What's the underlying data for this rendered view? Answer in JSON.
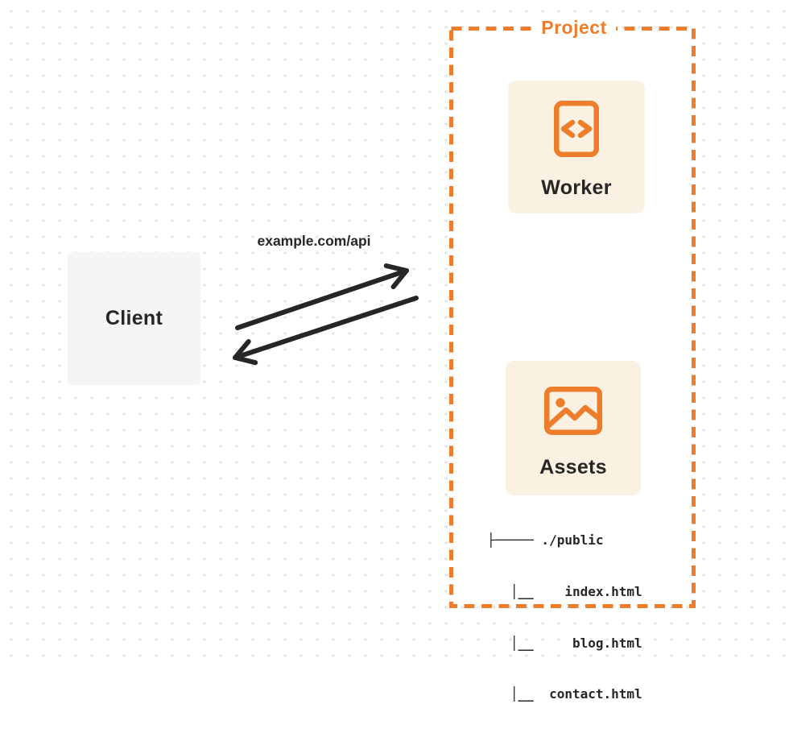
{
  "colors": {
    "accent-orange": "#ED7D2B",
    "card-cream": "#FBF1E3",
    "client-gray": "#F5F5F6",
    "ink-dark": "#262626",
    "dot-gray": "#E4E4E4"
  },
  "client": {
    "label": "Client"
  },
  "request": {
    "url_label": "example.com/api"
  },
  "project": {
    "label": "Project",
    "worker": {
      "label": "Worker",
      "icon": "code-file-icon"
    },
    "assets": {
      "label": "Assets",
      "icon": "image-icon"
    },
    "file_tree": {
      "root": "./public",
      "files": [
        "index.html",
        "blog.html",
        "contact.html"
      ],
      "lines": [
        "├───── ./public",
        "   │__    index.html",
        "   │__     blog.html",
        "   │__  contact.html"
      ]
    }
  }
}
